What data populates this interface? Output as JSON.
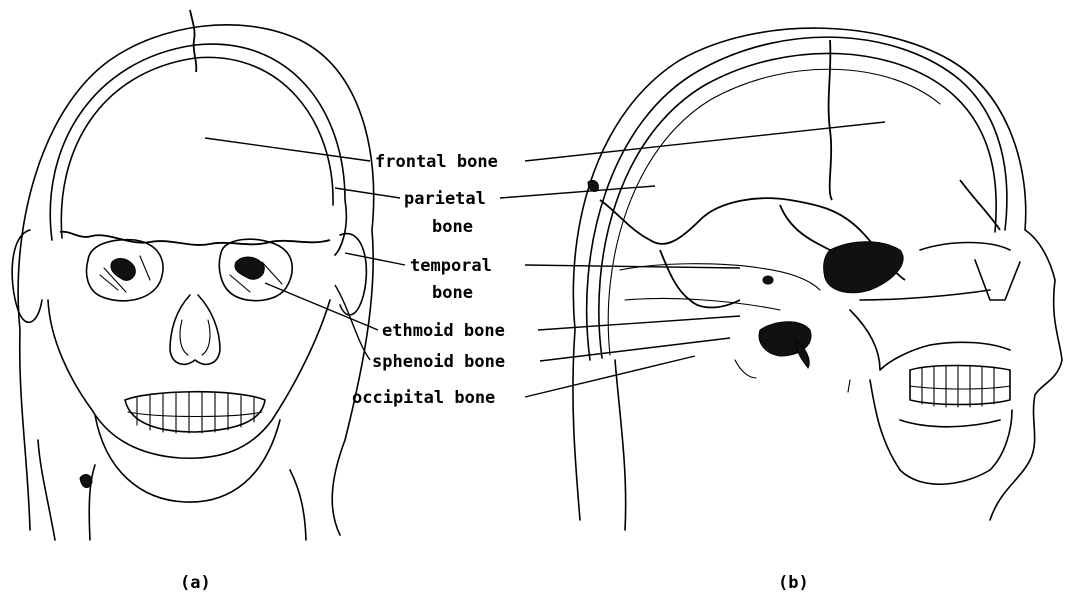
{
  "labels": {
    "frontal": "frontal bone",
    "parietal_1": "parietal",
    "parietal_2": "bone",
    "temporal_1": "temporal",
    "temporal_2": "bone",
    "ethmoid": "ethmoid bone",
    "sphenoid": "sphenoid bone",
    "occipital": "occipital bone"
  },
  "captions": {
    "a": "(a)",
    "b": "(b)"
  }
}
